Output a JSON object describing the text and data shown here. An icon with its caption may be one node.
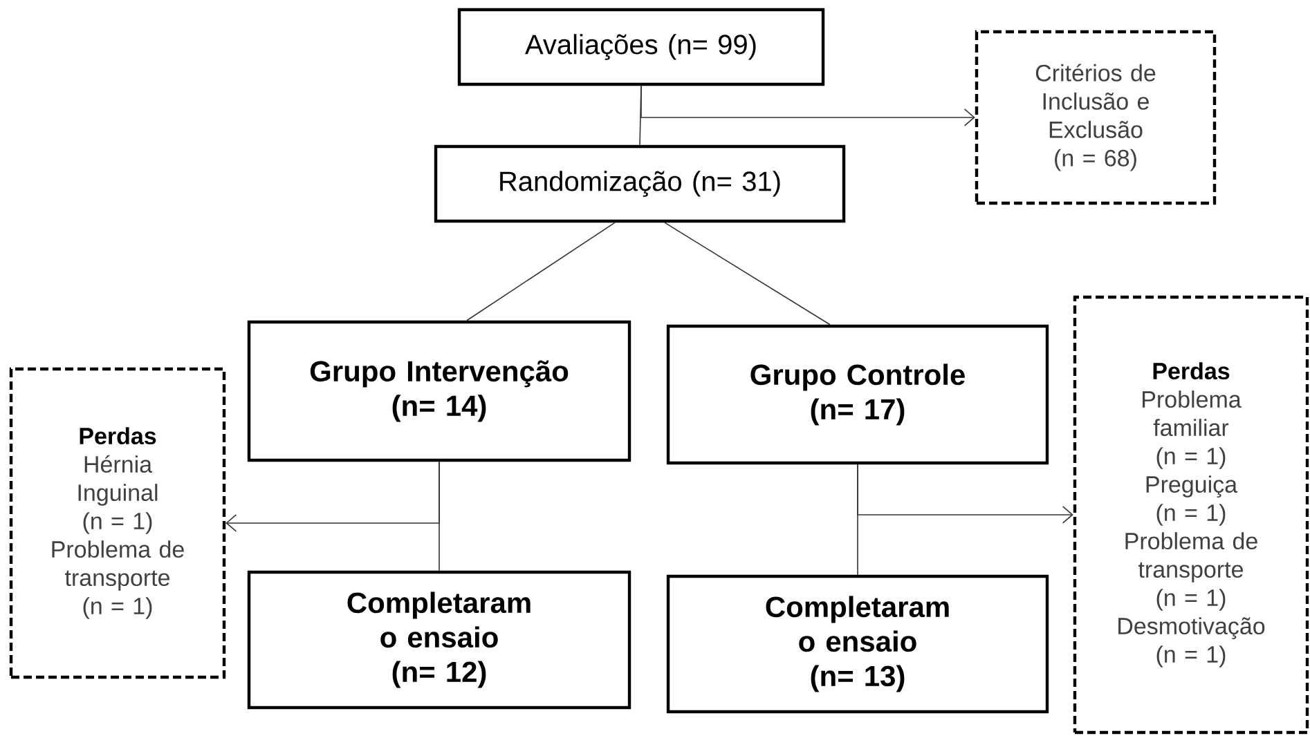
{
  "diagram": {
    "nodes": [
      {
        "text": [
          "Avaliações (n= 99)"
        ]
      },
      {
        "text": [
          "Critérios de Inclusão e Exclusão",
          "(n = 68)"
        ]
      },
      {
        "text": [
          "Randomização (n= 31)"
        ]
      },
      {
        "text": [
          "Grupo Intervenção",
          "(n= 14)"
        ]
      },
      {
        "text": [
          "Grupo Controle",
          "(n= 17)"
        ]
      },
      {
        "text": [
          "Perdas",
          "Hérnia Inguinal",
          "(n = 1)",
          "Problema de transporte",
          "(n = 1)"
        ]
      },
      {
        "text": [
          "Completaram o ensaio",
          "(n= 12)"
        ]
      },
      {
        "text": [
          "Completaram o ensaio",
          "(n= 13)"
        ]
      },
      {
        "text": [
          "Perdas",
          "Problema familiar",
          "(n = 1)",
          "Preguiça",
          "(n = 1)",
          "Problema de transporte",
          "(n = 1)",
          "Desmotivação",
          "(n = 1)"
        ]
      }
    ],
    "edges": [
      {
        "from": 0,
        "to": 2,
        "arrow": "none"
      },
      {
        "from": 0,
        "to": 1,
        "arrow": "to"
      },
      {
        "from": 2,
        "to": 3,
        "arrow": "none"
      },
      {
        "from": 2,
        "to": 4,
        "arrow": "none"
      },
      {
        "from": 3,
        "to": 6,
        "arrow": "none"
      },
      {
        "from": 3,
        "to": 5,
        "arrow": "to"
      },
      {
        "from": 4,
        "to": 7,
        "arrow": "none"
      },
      {
        "from": 4,
        "to": 8,
        "arrow": "to"
      }
    ]
  }
}
